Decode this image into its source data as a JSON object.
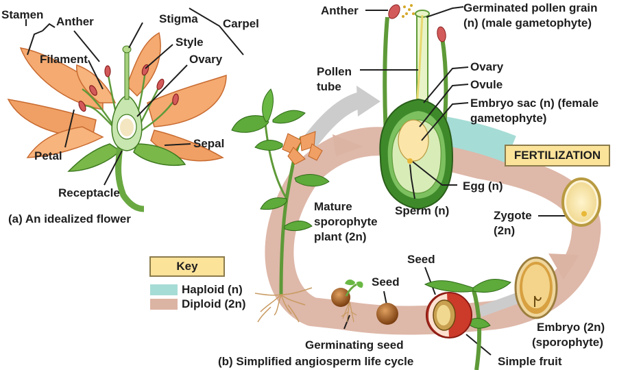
{
  "flower_labels": {
    "stamen": "Stamen",
    "anther": "Anther",
    "stigma": "Stigma",
    "carpel": "Carpel",
    "style": "Style",
    "filament": "Filament",
    "ovary": "Ovary",
    "petal": "Petal",
    "sepal": "Sepal",
    "receptacle": "Receptacle"
  },
  "captions": {
    "a": "(a) An idealized flower",
    "b": "(b) Simplified angiosperm life cycle"
  },
  "cycle_labels": {
    "anther": "Anther",
    "germinated_pollen_1": "Germinated pollen grain",
    "germinated_pollen_2": "(n) (male gametophyte)",
    "pollen_tube_1": "Pollen",
    "pollen_tube_2": "tube",
    "ovary": "Ovary",
    "ovule": "Ovule",
    "embryo_sac_1": "Embryo sac (n) (female",
    "embryo_sac_2": "gametophyte)",
    "fertilization": "FERTILIZATION",
    "egg": "Egg (n)",
    "sperm": "Sperm (n)",
    "zygote_1": "Zygote",
    "zygote_2": "(2n)",
    "mature_1": "Mature",
    "mature_2": "sporophyte",
    "mature_3": "plant (2n)",
    "seed_top": "Seed",
    "seed_mid": "Seed",
    "germinating_seed": "Germinating seed",
    "embryo_1": "Embryo (2n)",
    "embryo_2": "(sporophyte)",
    "simple_fruit": "Simple fruit"
  },
  "key": {
    "title": "Key",
    "haploid": "Haploid (n)",
    "diploid": "Diploid (2n)",
    "haploid_color": "#a6dcd6",
    "diploid_color": "#dcb4a4"
  }
}
